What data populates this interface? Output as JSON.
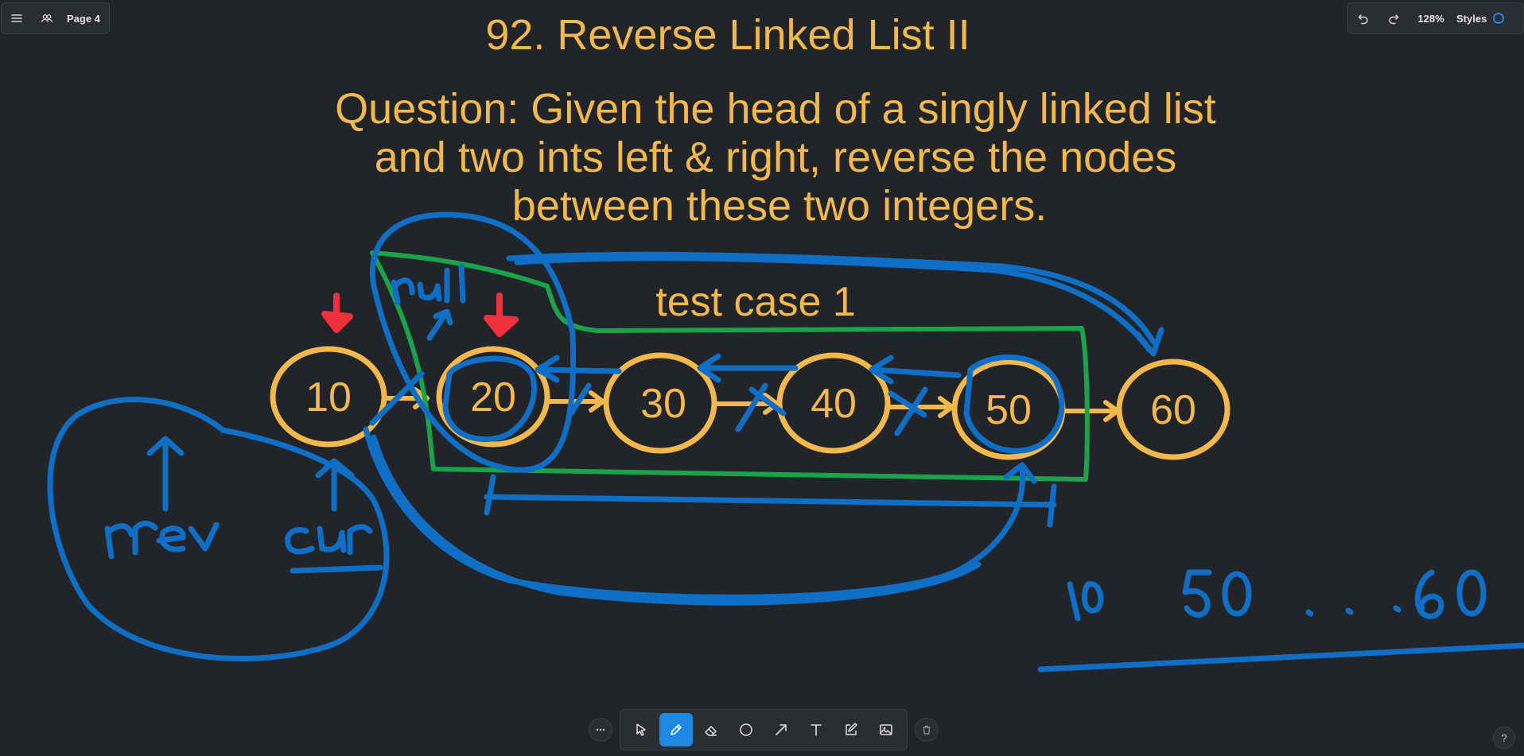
{
  "header": {
    "page_label": "Page 4",
    "zoom_label": "128%",
    "styles_label": "Styles"
  },
  "colors": {
    "background": "#212428",
    "text_yellow": "#f2b84b",
    "ink_blue": "#0f6fc6",
    "ink_green": "#1aa34a",
    "ink_red": "#f0303c",
    "accent": "#1e88e5"
  },
  "board": {
    "title": "92. Reverse Linked List II",
    "question_lines": [
      "Question: Given the head of a singly linked list",
      "and two ints left & right, reverse the nodes",
      "between these two integers."
    ],
    "test_case_label": "test case 1",
    "nodes": [
      "10",
      "20",
      "30",
      "40",
      "50",
      "60"
    ],
    "handwritten": {
      "prev": "prev",
      "cur": "cur",
      "null": "null",
      "result": "10  50 . . . 60"
    }
  },
  "toolbar": {
    "tools": [
      "more-icon",
      "select-icon",
      "pencil-icon",
      "eraser-icon",
      "ellipse-icon",
      "arrow-icon",
      "text-icon",
      "note-icon",
      "image-icon",
      "trash-icon"
    ],
    "active_tool": "pencil-icon"
  },
  "help": {
    "label": "?"
  }
}
